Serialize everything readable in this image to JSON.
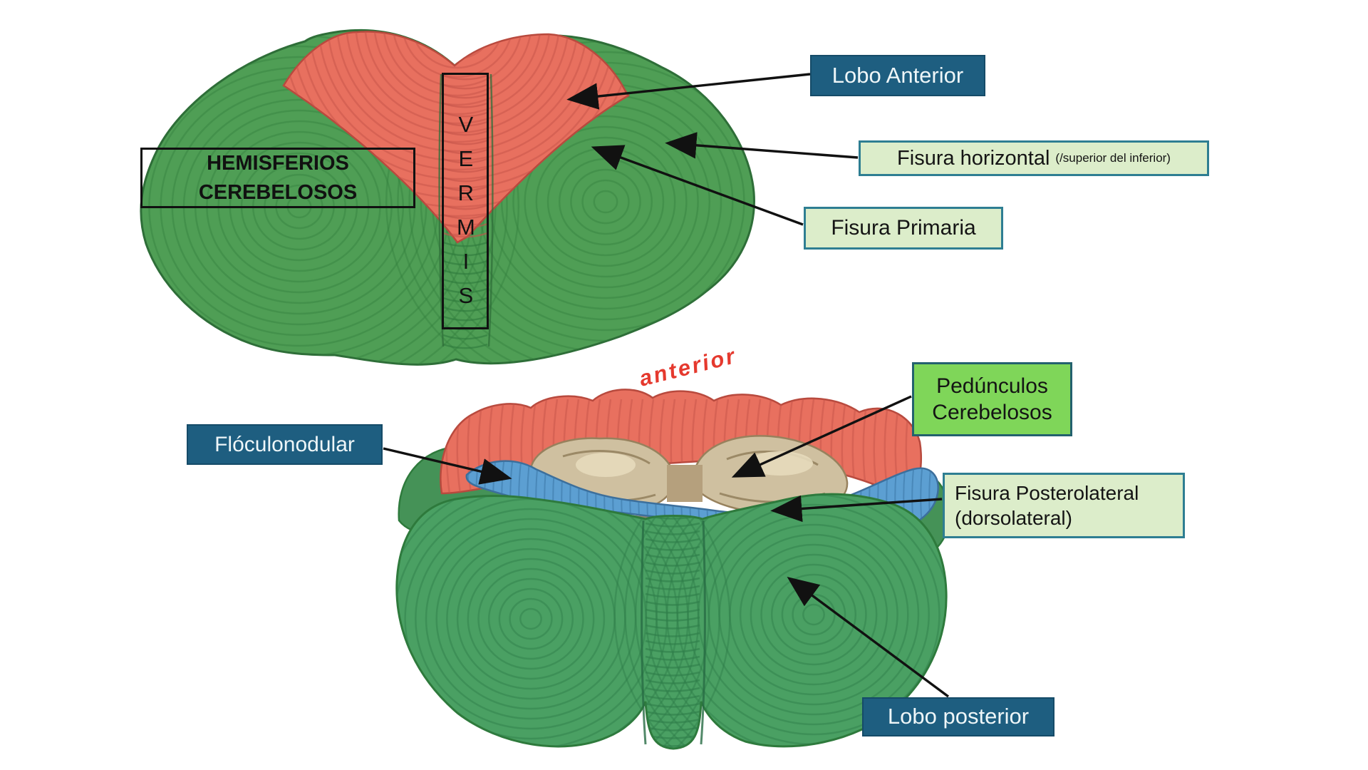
{
  "diagram": {
    "handwritten_note": "anterior",
    "top_view": {
      "hemisferios_line1": "HEMISFERIOS",
      "hemisferios_line2": "CEREBELOSOS",
      "vermis": "VERMIS",
      "labels": {
        "lobo_anterior": "Lobo Anterior",
        "fisura_horizontal": "Fisura horizontal",
        "fisura_horizontal_note": "(/superior del inferior)",
        "fisura_primaria": "Fisura Primaria"
      }
    },
    "bottom_view": {
      "labels": {
        "floculonodular": "Flóculonodular",
        "pedunculos_line1": "Pedúnculos",
        "pedunculos_line2": "Cerebelosos",
        "fisura_posterolateral_line1": "Fisura Posterolateral",
        "fisura_posterolateral_line2": "(dorsolateral)",
        "lobo_posterior": "Lobo posterior"
      }
    },
    "colors": {
      "teal_label_bg": "#1e5e80",
      "light_green_label_bg": "#dcedca",
      "green_label_bg": "#7fd659",
      "label_border_teal": "#2e7e92",
      "annotation_red": "#e5392e",
      "arrow_black": "#111111",
      "cerebellum_green": "#4f9e55",
      "cerebellum_red": "#e8705f",
      "cerebellum_blue": "#5c9fd2",
      "peduncle_tan": "#cfc0a0"
    }
  }
}
